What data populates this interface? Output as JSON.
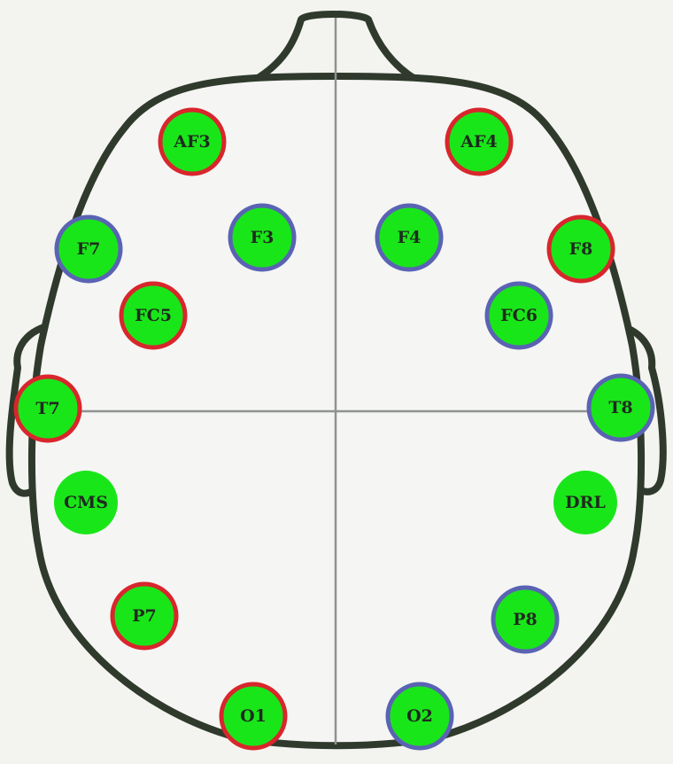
{
  "diagram": {
    "colors": {
      "background": "#f3f3ef",
      "head_fill": "#f5f5f3",
      "head_outline": "#2f3a2c",
      "guide_lines": "#8e9391",
      "electrode_fill": "#19e619",
      "ring_red": "#d8262c",
      "ring_blue": "#5a63b3",
      "label": "#1f2a1f"
    },
    "electrodes": [
      {
        "label": "AF3",
        "ring": "red"
      },
      {
        "label": "AF4",
        "ring": "red"
      },
      {
        "label": "F7",
        "ring": "blue"
      },
      {
        "label": "F3",
        "ring": "blue"
      },
      {
        "label": "F4",
        "ring": "blue"
      },
      {
        "label": "F8",
        "ring": "red"
      },
      {
        "label": "FC5",
        "ring": "red"
      },
      {
        "label": "FC6",
        "ring": "blue"
      },
      {
        "label": "T7",
        "ring": "red"
      },
      {
        "label": "T8",
        "ring": "blue"
      },
      {
        "label": "CMS",
        "ring": "none"
      },
      {
        "label": "DRL",
        "ring": "none"
      },
      {
        "label": "P7",
        "ring": "red"
      },
      {
        "label": "P8",
        "ring": "blue"
      },
      {
        "label": "O1",
        "ring": "red"
      },
      {
        "label": "O2",
        "ring": "blue"
      }
    ]
  }
}
